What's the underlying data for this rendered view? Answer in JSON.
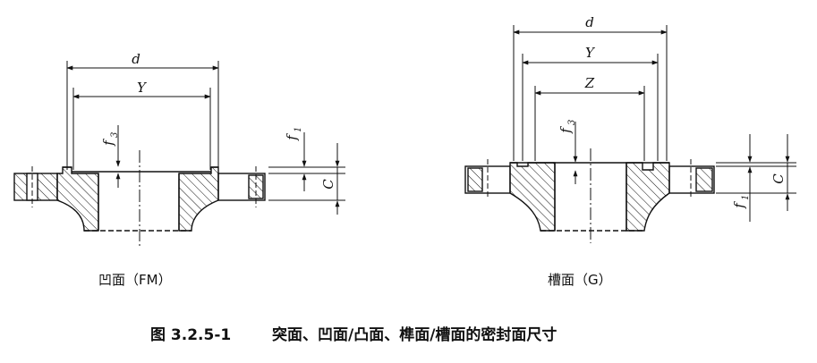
{
  "figure": {
    "number": "图 3.2.5-1",
    "title": "突面、凹面/凸面、榫面/槽面的密封面尺寸"
  },
  "left_view": {
    "caption": "凹面（FM）",
    "dims": {
      "d": "d",
      "Y": "Y",
      "f3": "f",
      "f3_sub": "3",
      "f1": "f",
      "f1_sub": "1",
      "C": "C"
    }
  },
  "right_view": {
    "caption": "槽面（G）",
    "dims": {
      "d": "d",
      "Y": "Y",
      "Z": "Z",
      "f3": "f",
      "f3_sub": "3",
      "f1": "f",
      "f1_sub": "1",
      "C": "C"
    }
  },
  "colors": {
    "line": "#111111",
    "background": "#ffffff"
  }
}
